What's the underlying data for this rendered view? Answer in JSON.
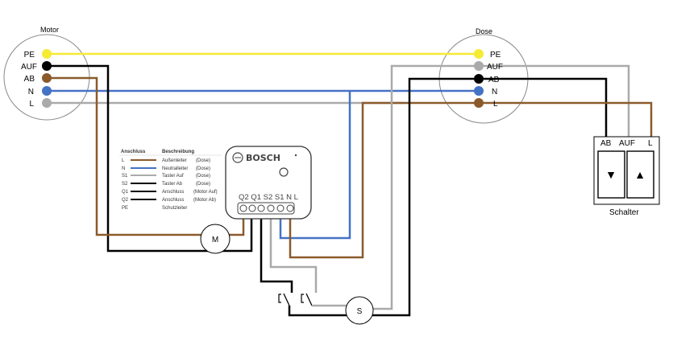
{
  "motor": {
    "title": "Motor",
    "terminals": [
      "PE",
      "AUF",
      "AB",
      "N",
      "L"
    ]
  },
  "dose": {
    "title": "Dose",
    "terminals": [
      "PE",
      "AUF",
      "AB",
      "N",
      "L"
    ]
  },
  "schalter": {
    "title": "Schalter",
    "terminals": [
      "AB",
      "AUF",
      "L"
    ],
    "down_symbol": "▼",
    "up_symbol": "▲"
  },
  "module": {
    "brand": "BOSCH",
    "terminals": "Q2 Q1 S2 S1  N   L"
  },
  "motor_symbol": "M",
  "switch_symbol": "S",
  "legend": {
    "col1": "Anschluss",
    "col2": "Beschreibung",
    "rows": [
      {
        "key": "L",
        "desc": "Außenleiter",
        "note": "(Dose)",
        "color": "#8B5A2B"
      },
      {
        "key": "N",
        "desc": "Neutralleiter",
        "note": "(Dose)",
        "color": "#4472C4"
      },
      {
        "key": "S1",
        "desc": "Taster Auf",
        "note": "(Dose)",
        "color": "#AAAAAA"
      },
      {
        "key": "S2",
        "desc": "Taster Ab",
        "note": "(Dose)",
        "color": "#000000"
      },
      {
        "key": "Q1",
        "desc": "Anschluss",
        "note": "(Motor Auf)",
        "color": "#000000"
      },
      {
        "key": "Q2",
        "desc": "Anschluss",
        "note": "(Motor Ab)",
        "color": "#000000"
      },
      {
        "key": "PE",
        "desc": "Schutzleiter",
        "note": "",
        "color": ""
      }
    ]
  },
  "colors": {
    "pe": "#F5EB33",
    "black": "#000000",
    "brown": "#8B5A2B",
    "blue": "#4472C4",
    "grey": "#AAAAAA"
  }
}
